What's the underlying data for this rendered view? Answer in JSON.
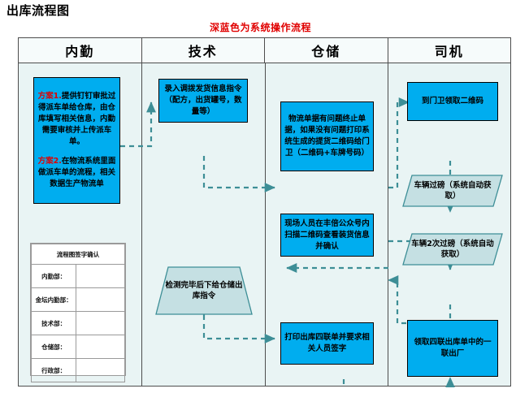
{
  "page": {
    "title": "出库流程图",
    "subtitle": "深蓝色为系统操作流程",
    "colors": {
      "process_blue": "#00ADEF",
      "system_shape": "#c5e0e3",
      "arrow": "#3d8e96",
      "subtitle_red": "#e00000",
      "board_bg": "#e9f4f4",
      "border": "#4d4d4d"
    }
  },
  "lanes": [
    {
      "label": "内勤"
    },
    {
      "label": "技术"
    },
    {
      "label": "仓储"
    },
    {
      "label": "司机"
    }
  ],
  "nodes": {
    "neiqin_plan": {
      "plan1_tag": "方案1.",
      "plan1_text": "提供钉钉审批过得派车单给仓库，由仓库填写相关信息，内勤需要审核并上传派车单。",
      "plan2_tag": "方案2.",
      "plan2_text": "在物流系统里面做派车单的流程，相关数据生产物流单"
    },
    "jishu_input": "录入调拨发货信息指令（配方，出货罐号，数量等）",
    "jishu_check": "检测完毕后下给仓储出库指令",
    "cangchu_qr": "物流单据有问题终止单据，如果没有问题打印系统生成的提货二维码给门卫（二维码+车牌号码）",
    "cangchu_scan": "现场人员在丰倍公众号内扫描二维码查看装货信息并确认",
    "cangchu_print": "打印出库四联单并要求相关人员签字",
    "siji_getqr": "到门卫领取二维码",
    "siji_weigh1": "车辆过磅（系统自动获取）",
    "siji_weigh2": "车辆2次过磅（系统自动获取）",
    "siji_getform": "领取四联出库单中的一联出厂"
  },
  "signature_table": {
    "header": "流程图签字确认",
    "rows": [
      {
        "label": "内勤部：",
        "value": ""
      },
      {
        "label": "金坛内勤部：",
        "value": ""
      },
      {
        "label": "技术部：",
        "value": ""
      },
      {
        "label": "仓储部：",
        "value": ""
      },
      {
        "label": "行政部：",
        "value": ""
      }
    ]
  }
}
